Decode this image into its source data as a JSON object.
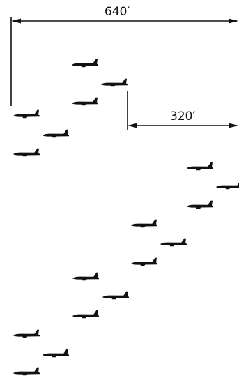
{
  "dimensions": {
    "formation_width": "640′",
    "element_spacing": "320′"
  },
  "colors": {
    "ink": "#111111",
    "background": "#ffffff"
  },
  "aircraft_icon": "bomber-aircraft-silhouette",
  "aircraft_count": 18
}
